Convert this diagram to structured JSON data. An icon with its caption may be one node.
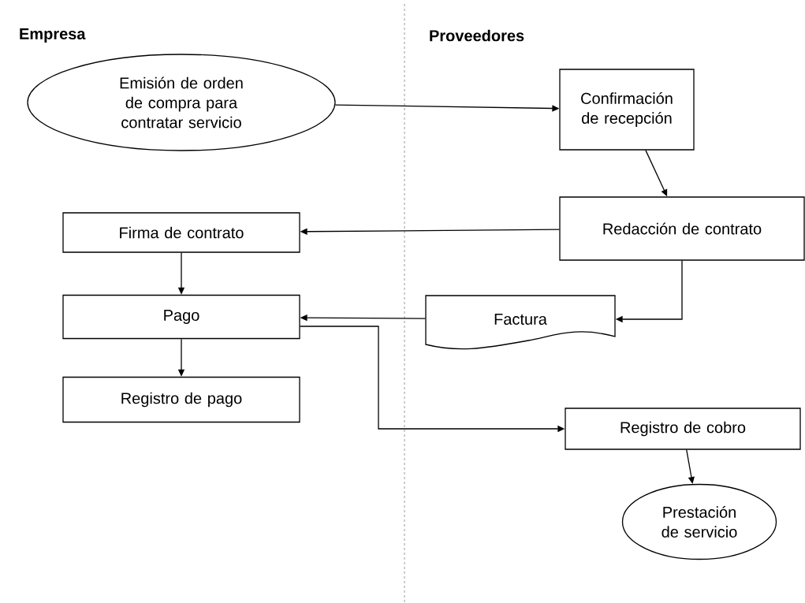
{
  "diagram": {
    "nodes": [
      {
        "text": [
          "Emisión de orden de compra para contratar servicio"
        ]
      },
      {
        "text": [
          "Confirmación de recepción"
        ]
      },
      {
        "text": [
          "Redacción de contrato"
        ]
      },
      {
        "text": [
          "Firma de contrato"
        ]
      },
      {
        "text": [
          "Pago"
        ]
      },
      {
        "text": [
          "Factura"
        ]
      },
      {
        "text": [
          "Registro de pago"
        ]
      },
      {
        "text": [
          "Registro de cobro"
        ]
      },
      {
        "text": [
          "Prestación de servicio"
        ]
      }
    ],
    "edges": [
      {
        "from": 0,
        "to": 1,
        "arrow": "to"
      },
      {
        "from": 1,
        "to": 2,
        "arrow": "to"
      },
      {
        "from": 2,
        "to": 3,
        "arrow": "to"
      },
      {
        "from": 3,
        "to": 4,
        "arrow": "to"
      },
      {
        "from": 2,
        "to": 5,
        "arrow": "to"
      },
      {
        "from": 5,
        "to": 4,
        "arrow": "to"
      },
      {
        "from": 4,
        "to": 6,
        "arrow": "to"
      },
      {
        "from": 4,
        "to": 7,
        "arrow": "to"
      },
      {
        "from": 7,
        "to": 8,
        "arrow": "to"
      }
    ],
    "labels": [
      "Empresa",
      "Proveedores"
    ]
  }
}
